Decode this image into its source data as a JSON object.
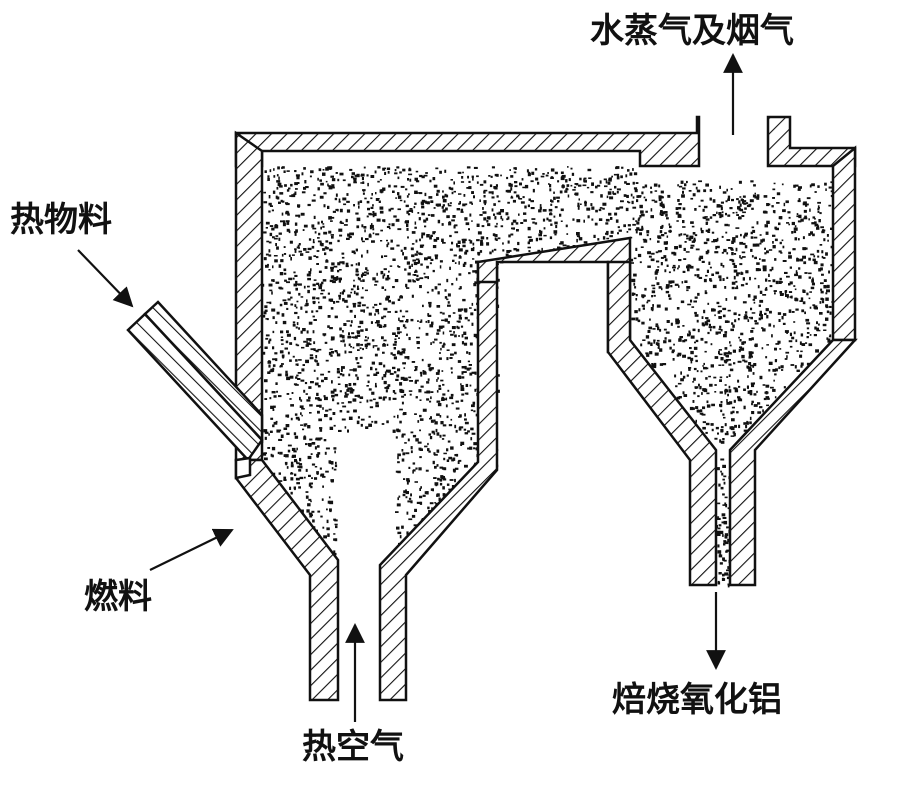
{
  "labels": {
    "steam_and_flue_gas": "水蒸气及烟气",
    "hot_material": "热物料",
    "fuel": "燃料",
    "hot_air": "热空气",
    "calcined_alumina": "焙烧氧化铝"
  },
  "colors": {
    "ink": "#111111",
    "background": "#ffffff",
    "wall_fill": "#ffffff"
  }
}
